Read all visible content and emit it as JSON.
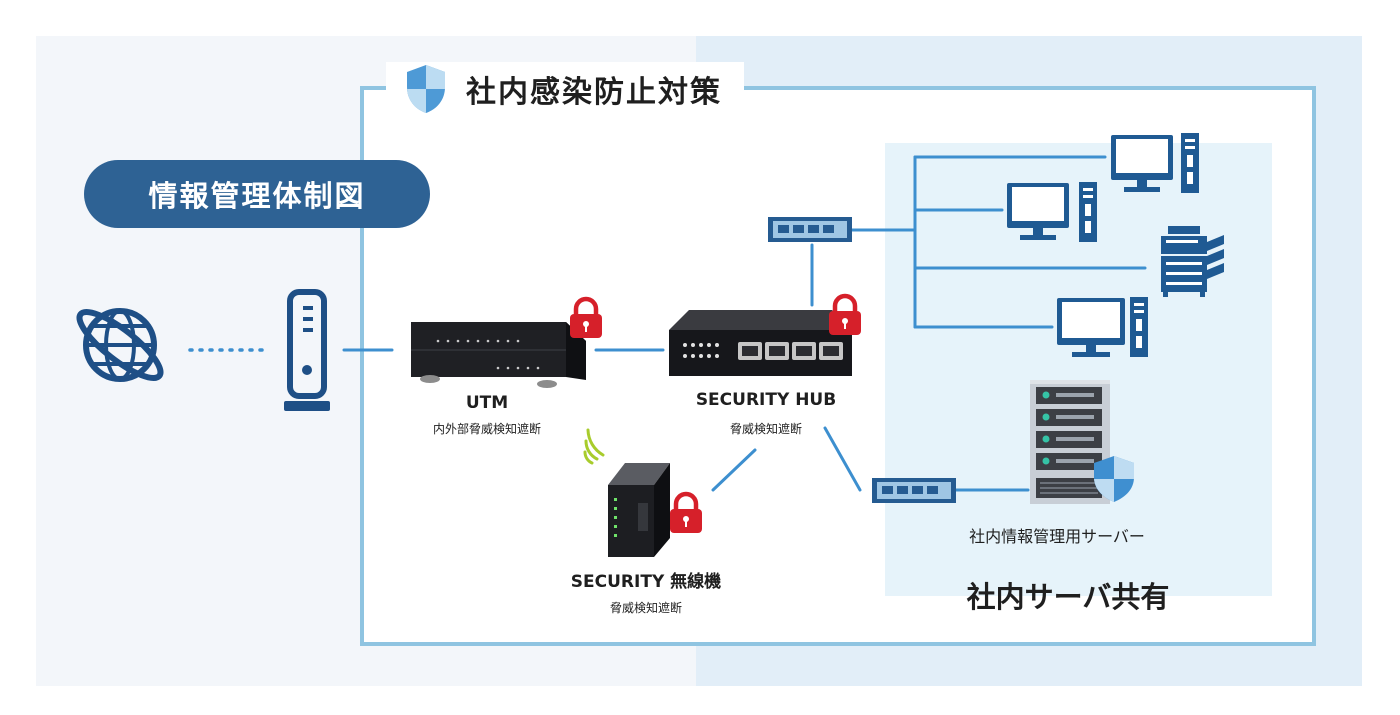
{
  "title": "社内感染防止対策",
  "badge": "情報管理体制図",
  "devices": {
    "utm": {
      "name": "UTM",
      "desc": "内外部脅威検知遮断"
    },
    "hub": {
      "name": "SECURITY HUB",
      "desc": "脅威検知遮断"
    },
    "wireless": {
      "name": "SECURITY 無線機",
      "desc": "脅威検知遮断"
    },
    "server": {
      "name": "社内情報管理用サーバー"
    }
  },
  "area_label": "社内サーバ共有",
  "icons": [
    "shield-icon",
    "globe-icon",
    "modem-icon",
    "utm-device-icon",
    "lock-icon",
    "security-hub-icon",
    "switch-icon",
    "pc-icon",
    "printer-icon",
    "server-icon",
    "wireless-router-icon",
    "wifi-signal-icon"
  ],
  "colors": {
    "accent": "#2e6294",
    "frame": "#8fc4e1",
    "line": "#3d8fcf",
    "lock": "#d6202a"
  }
}
